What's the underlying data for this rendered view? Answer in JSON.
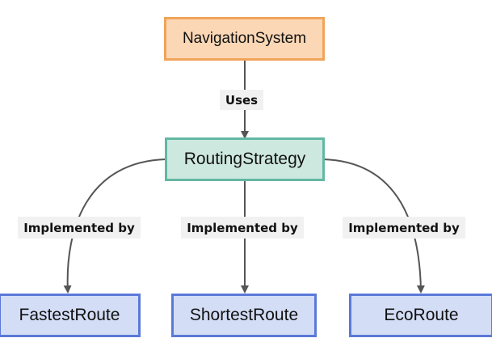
{
  "nodes": {
    "navigation_system": "NavigationSystem",
    "routing_strategy": "RoutingStrategy",
    "fastest_route": "FastestRoute",
    "shortest_route": "ShortestRoute",
    "eco_route": "EcoRoute"
  },
  "edges": {
    "uses": "Uses",
    "implemented_by_fastest": "Implemented by",
    "implemented_by_shortest": "Implemented by",
    "implemented_by_eco": "Implemented by"
  },
  "colors": {
    "edge": "#555555",
    "navigation_fill": "#fbd7b5",
    "navigation_border": "#f0a35a",
    "strategy_fill": "#cde8de",
    "strategy_border": "#62b8a2",
    "route_fill": "#d3ddf5",
    "route_border": "#5b79d8",
    "edge_label_bg": "#f1f1f1"
  }
}
